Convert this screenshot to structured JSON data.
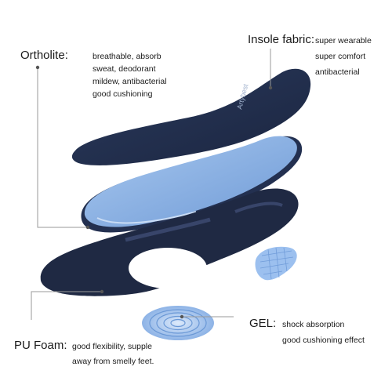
{
  "brand": "Artybest",
  "callouts": {
    "ortholite": {
      "term": "Ortholite:",
      "lines": [
        "breathable, absorb",
        "sweat, deodorant",
        "mildew, antibacterial",
        "good cushioning"
      ]
    },
    "insole_fabric": {
      "term": "Insole fabric:",
      "lines": [
        "super wearable",
        "super comfort",
        "antibacterial"
      ]
    },
    "gel": {
      "term": "GEL:",
      "lines": [
        "shock absorption",
        "good cushioning effect"
      ]
    },
    "pu_foam": {
      "term": "PU Foam:",
      "lines": [
        "good flexibility, supple",
        "away from smelly feet."
      ]
    }
  },
  "colors": {
    "navy": "#1e2a44",
    "light_blue": "#8fb6e6",
    "leader": "#9a9a9a"
  }
}
